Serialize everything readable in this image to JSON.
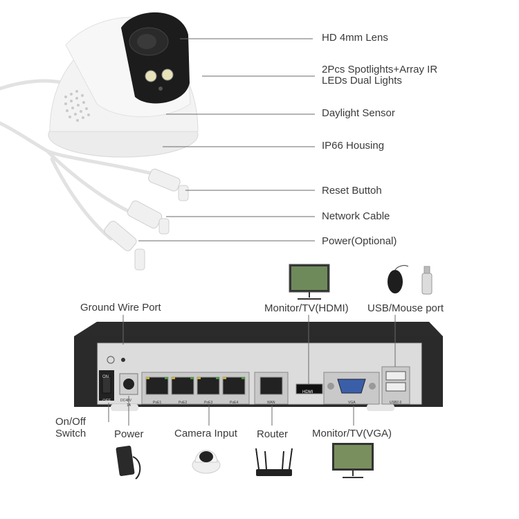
{
  "camera_callouts": {
    "lens": "HD 4mm Lens",
    "lights_line1": "2Pcs Spotlights+Array IR",
    "lights_line2": "LEDs Dual Lights",
    "sensor": "Daylight Sensor",
    "housing": "IP66 Housing",
    "reset": "Reset Buttoh",
    "network": "Network Cable",
    "power": "Power(Optional)"
  },
  "nvr_callouts_top": {
    "ground": "Ground Wire Port",
    "hdmi": "Monitor/TV(HDMI)",
    "usb": "USB/Mouse port"
  },
  "nvr_callouts_bottom": {
    "switch_line1": "On/Off",
    "switch_line2": "Switch",
    "power": "Power",
    "camera_input": "Camera Input",
    "router": "Router",
    "vga": "Monitor/TV(VGA)"
  },
  "nvr_panel_text": {
    "on": "ON",
    "off": "OFF",
    "dc": "DC48V",
    "dc2": "1A",
    "poe1": "PoE1",
    "poe2": "PoE2",
    "poe3": "PoE3",
    "poe4": "PoE4",
    "wan": "WAN",
    "hdmi": "HDMI",
    "vga": "VGA",
    "usb": "USB2.0"
  }
}
